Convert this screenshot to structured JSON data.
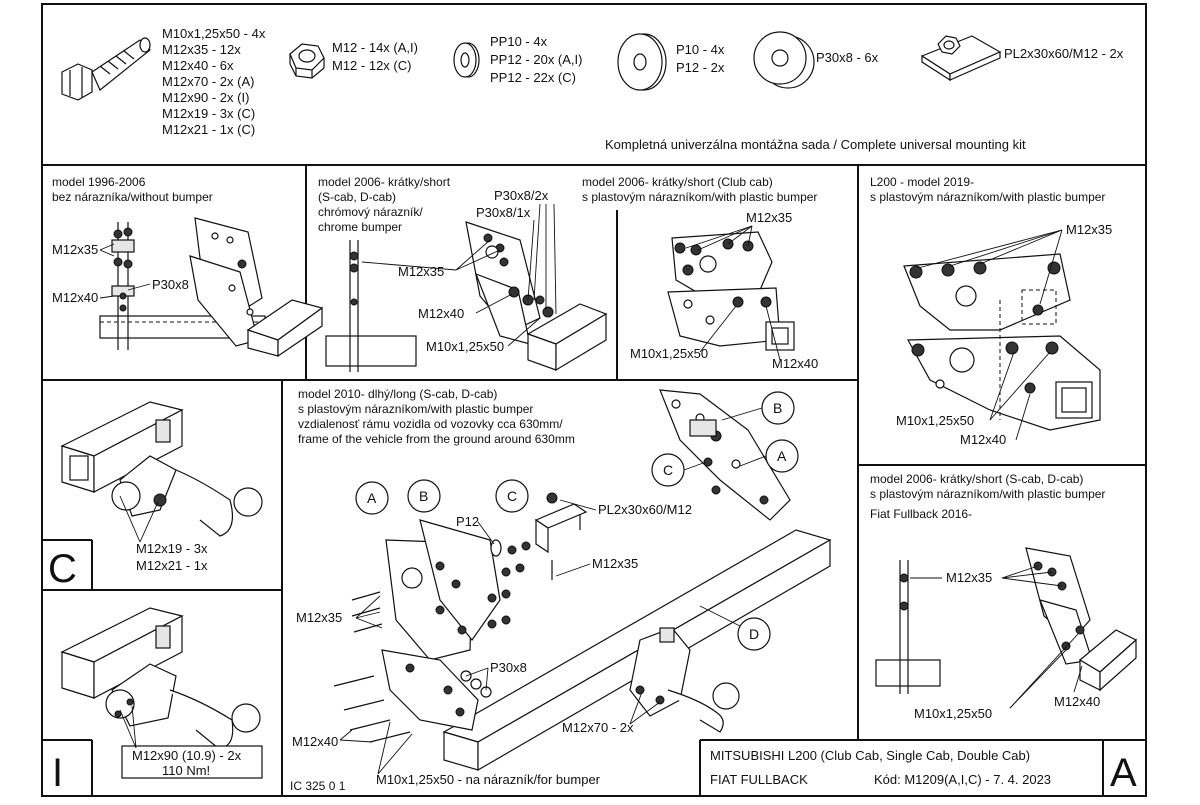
{
  "kit": {
    "bolt_specs": [
      "M10x1,25x50 - 4x",
      "M12x35 - 12x",
      "M12x40 - 6x",
      "M12x70 - 2x (A)",
      "M12x90 - 2x (I)",
      "M12x19 - 3x (C)",
      "M12x21 - 1x (C)"
    ],
    "nut_specs": [
      "M12 - 14x (A,I)",
      "M12 - 12x (C)"
    ],
    "washer_pp_specs": [
      "PP10 - 4x",
      "PP12 - 20x (A,I)",
      "PP12 - 22x (C)"
    ],
    "washer_p_specs": [
      "P10 - 4x",
      "P12 - 2x"
    ],
    "spacer_spec": "P30x8 - 6x",
    "plate_spec": "PL2x30x60/M12 - 2x",
    "caption": "Kompletná univerzálna montážna sada / Complete universal mounting kit"
  },
  "panels": {
    "p1": {
      "title": [
        "model 1996-2006",
        "bez nárazníka/without bumper"
      ],
      "labels": [
        "M12x35",
        "P30x8",
        "M12x40"
      ]
    },
    "p2": {
      "title": [
        "model 2006-  krátky/short",
        "(S-cab, D-cab)",
        "chrómový nárazník/",
        "chrome bumper"
      ],
      "labels": [
        "P30x8/2x",
        "P30x8/1x",
        "M12x35",
        "M12x40",
        "M10x1,25x50"
      ]
    },
    "p3": {
      "title": [
        "model 2006-  krátky/short (Club cab)",
        "s plastovým nárazníkom/with plastic bumper"
      ],
      "labels": [
        "M12x35",
        "M10x1,25x50",
        "M12x40"
      ]
    },
    "p4": {
      "title": [
        "L200 - model 2019-",
        "s plastovým nárazníkom/with plastic bumper"
      ],
      "labels": [
        "M12x35",
        "M10x1,25x50",
        "M12x40"
      ]
    },
    "c": {
      "labels": [
        "M12x19 - 3x",
        "M12x21 - 1x"
      ],
      "letter": "C"
    },
    "i": {
      "labels": [
        "M12x90 (10.9) - 2x",
        "110 Nm!"
      ],
      "letter": "I"
    },
    "main": {
      "title": [
        "model 2010-  dlhý/long (S-cab, D-cab)",
        "s plastovým nárazníkom/with plastic bumper",
        "vzdialenosť rámu vozidla od vozovky cca 630mm/",
        "frame of the vehicle from the ground around 630mm"
      ],
      "callouts": [
        "A",
        "B",
        "C",
        "B",
        "C",
        "A",
        "D"
      ],
      "labels": [
        "P12",
        "PL2x30x60/M12",
        "M12x35",
        "M12x35",
        "P30x8",
        "M12x40",
        "M12x70 - 2x",
        "M10x1,25x50 - na nárazník/for bumper"
      ],
      "code": "IC 325 0 1"
    },
    "p5": {
      "title": [
        "model 2006-  krátky/short (S-cab, D-cab)",
        "s plastovým nárazníkom/with plastic bumper",
        "Fiat Fullback 2016-"
      ],
      "labels": [
        "M12x35",
        "M10x1,25x50",
        "M12x40"
      ]
    }
  },
  "footer": {
    "line1": "MITSUBISHI L200  (Club Cab, Single Cab, Double Cab)",
    "line2_left": "FIAT FULLBACK",
    "line2_right": "Kód: M1209(A,I,C) - 7. 4. 2023",
    "letter": "A"
  }
}
